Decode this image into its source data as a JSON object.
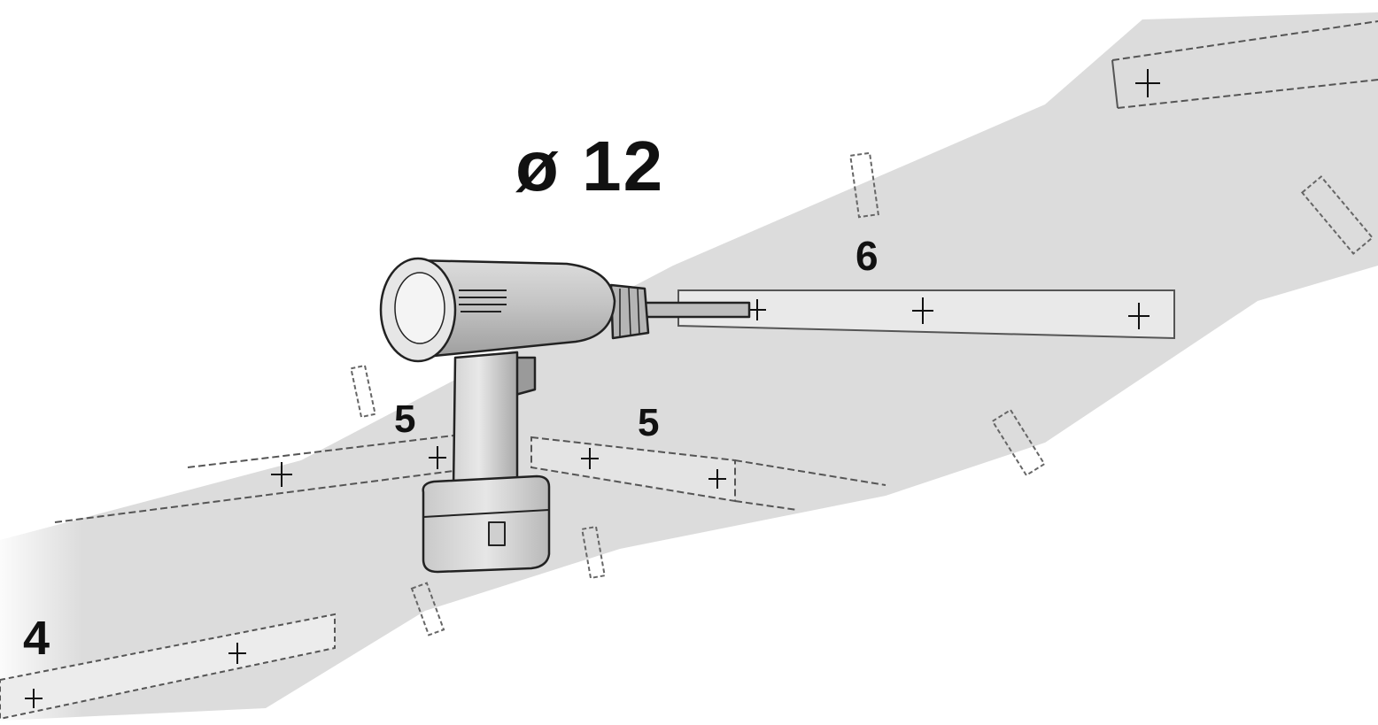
{
  "drill_size_label": "ø 12",
  "board_labels": {
    "top": "6",
    "middle_left": "5",
    "middle_right": "5",
    "bottom_left": "4"
  },
  "icons": [
    "cordless-drill-icon",
    "drill-point-marker-icon"
  ],
  "colors": {
    "background": "#ffffff",
    "panel": "#dcdcdc",
    "outline": "#333333",
    "text": "#111111"
  }
}
